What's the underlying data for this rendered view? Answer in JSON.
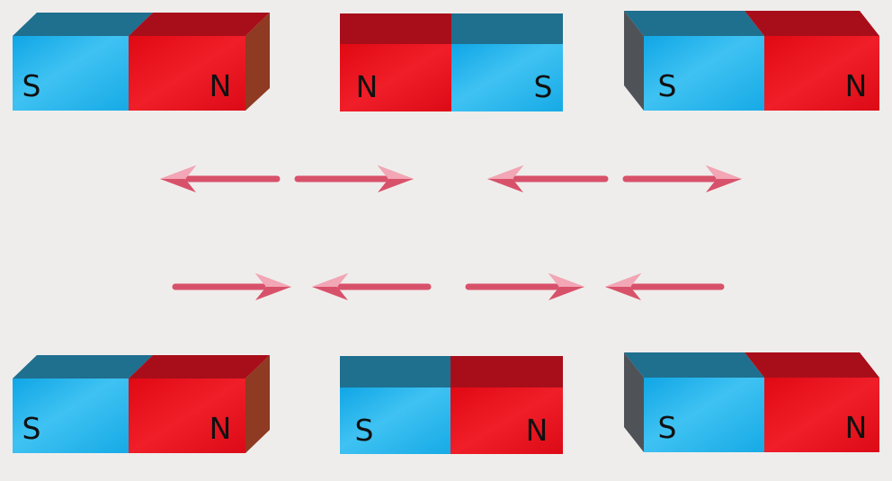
{
  "colors": {
    "background": "#efedeb",
    "north_front": "#e8101c",
    "north_top": "#a80e1a",
    "south_front": "#1cb0e8",
    "south_top": "#1f6f8f",
    "side_brown": "#8f3a22",
    "side_gray": "#4f5358",
    "arrow": "#d8516a",
    "arrow_head_light": "#f3a6b5"
  },
  "magnets": [
    {
      "name": "magnet-top-left",
      "side": "right",
      "left": {
        "pole": "S",
        "label": "S"
      },
      "right": {
        "pole": "N",
        "label": "N"
      }
    },
    {
      "name": "magnet-top-center",
      "side": "none",
      "left": {
        "pole": "N",
        "label": "N"
      },
      "right": {
        "pole": "S",
        "label": "S"
      }
    },
    {
      "name": "magnet-top-right",
      "side": "left",
      "left": {
        "pole": "S",
        "label": "S"
      },
      "right": {
        "pole": "N",
        "label": "N"
      }
    },
    {
      "name": "magnet-bottom-left",
      "side": "right",
      "left": {
        "pole": "S",
        "label": "S"
      },
      "right": {
        "pole": "N",
        "label": "N"
      }
    },
    {
      "name": "magnet-bottom-center",
      "side": "none",
      "left": {
        "pole": "S",
        "label": "S"
      },
      "right": {
        "pole": "N",
        "label": "N"
      }
    },
    {
      "name": "magnet-bottom-right",
      "side": "left",
      "left": {
        "pole": "S",
        "label": "S"
      },
      "right": {
        "pole": "N",
        "label": "N"
      }
    }
  ],
  "arrows": [
    {
      "name": "repel-arrow-1",
      "direction": "left"
    },
    {
      "name": "repel-arrow-2",
      "direction": "right"
    },
    {
      "name": "repel-arrow-3",
      "direction": "left"
    },
    {
      "name": "repel-arrow-4",
      "direction": "right"
    },
    {
      "name": "attract-arrow-1",
      "direction": "right"
    },
    {
      "name": "attract-arrow-2",
      "direction": "left"
    },
    {
      "name": "attract-arrow-3",
      "direction": "right"
    },
    {
      "name": "attract-arrow-4",
      "direction": "left"
    }
  ]
}
